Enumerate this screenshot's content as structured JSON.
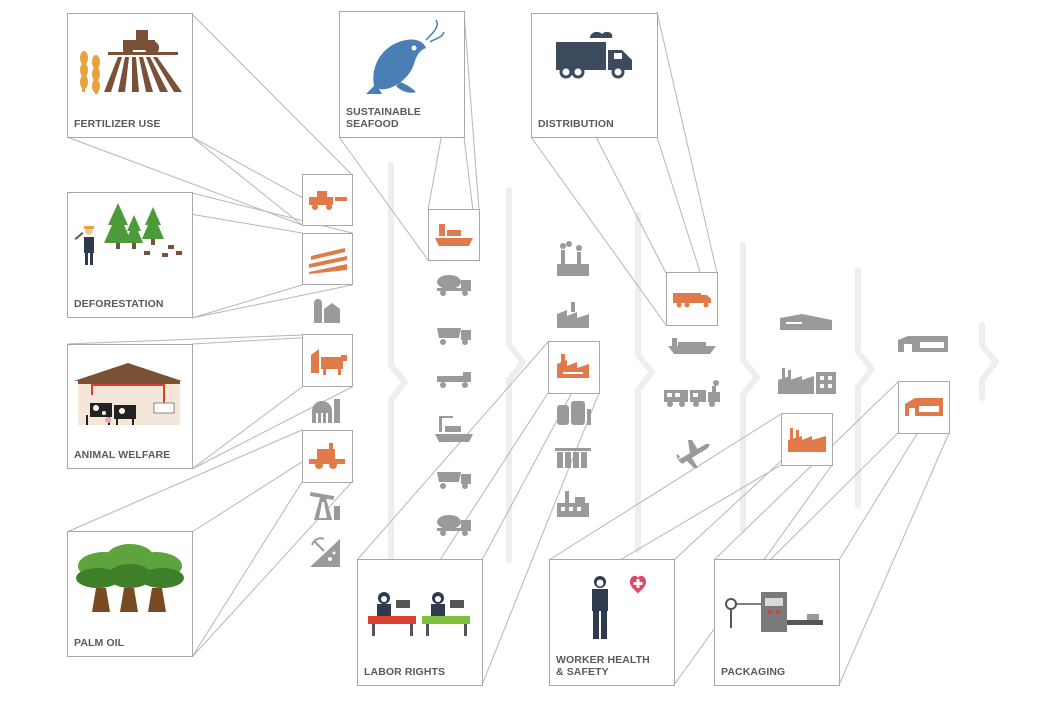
{
  "diagram": {
    "impacts": {
      "fertilizer_use": "FERTILIZER USE",
      "deforestation": "DEFORESTATION",
      "animal_welfare": "ANIMAL WELFARE",
      "palm_oil": "PALM OIL",
      "sustainable_seafood_line1": "SUSTAINABLE",
      "sustainable_seafood_line2": "SEAFOOD",
      "distribution": "DISTRIBUTION",
      "labor_rights": "LABOR RIGHTS",
      "worker_health_line1": "WORKER HEALTH",
      "worker_health_line2": "& SAFETY",
      "packaging": "PACKAGING"
    },
    "colors": {
      "accent": "#e07a4a",
      "icon_gray": "#9a9a9a",
      "border_gray": "#a8a8a8",
      "chevron_gray": "#eeeeee",
      "caption_gray": "#5a5a5a",
      "seafood_blue": "#4a7fb5",
      "truck_navy": "#3c4a5e",
      "farm_brown": "#7a5036",
      "wheat_gold": "#e6a23c",
      "tree_green": "#4c9a3a",
      "heart_pink": "#e0456a"
    },
    "icons": {
      "raw_materials": [
        "harvester-icon",
        "plowed-field-icon",
        "silo-icon",
        "barn-cow-icon",
        "greenhouse-icon",
        "combine-icon",
        "oil-pump-icon",
        "mining-icon"
      ],
      "transport_1": [
        "ship-icon",
        "cement-truck-icon",
        "dump-truck-icon",
        "flatbed-truck-icon",
        "crane-ship-icon",
        "dump-truck-icon",
        "cement-truck-icon"
      ],
      "processing": [
        "factory-smoke-icon",
        "plant-icon",
        "factory-icon",
        "tanks-icon",
        "refinery-icon",
        "chemical-plant-icon"
      ],
      "transport_2": [
        "truck-icon",
        "ship-icon",
        "train-icon",
        "airplane-icon"
      ],
      "manufacturing": [
        "warehouse-icon",
        "factory-icon",
        "factory-icon"
      ],
      "retail": [
        "store-icon",
        "store-icon"
      ]
    }
  }
}
